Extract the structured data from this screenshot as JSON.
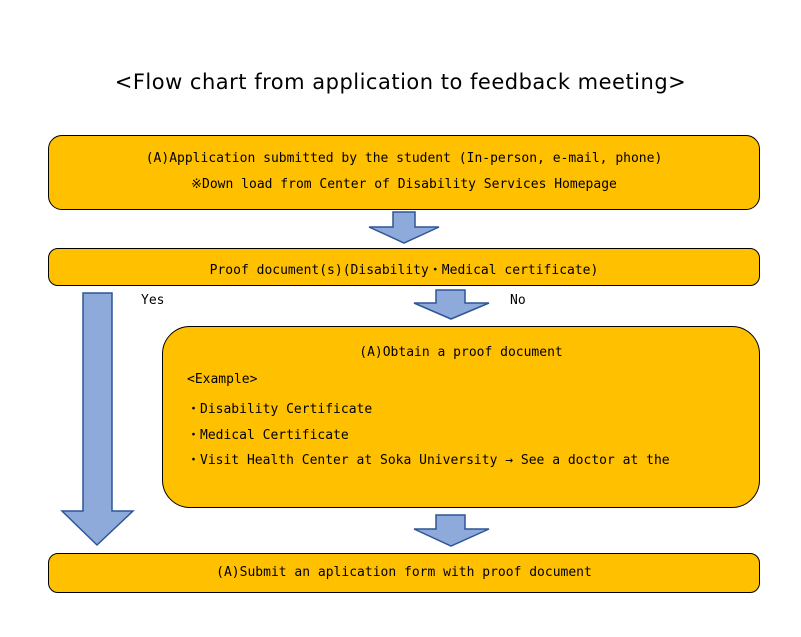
{
  "title": "<Flow chart from application to feedback meeting>",
  "colors": {
    "box_fill": "#ffc000",
    "arrow_fill": "#8eaadb",
    "arrow_stroke": "#2f5597"
  },
  "box_a": {
    "line1": "(A)Application submitted by the student (In-person, e-mail, phone)",
    "line2": "※Down load from Center of Disability Services Homepage"
  },
  "box_proof": {
    "text": "Proof document(s)(Disability・Medical certificate)"
  },
  "branch": {
    "yes": "Yes",
    "no": "No"
  },
  "box_obtain": {
    "heading": "(A)Obtain a proof document",
    "example_label": "<Example>",
    "items": [
      "・Disability Certificate",
      "・Medical Certificate",
      "・Visit Health Center at Soka University → See a doctor at the"
    ]
  },
  "box_submit": {
    "text": "(A)Submit an aplication form with proof document"
  }
}
